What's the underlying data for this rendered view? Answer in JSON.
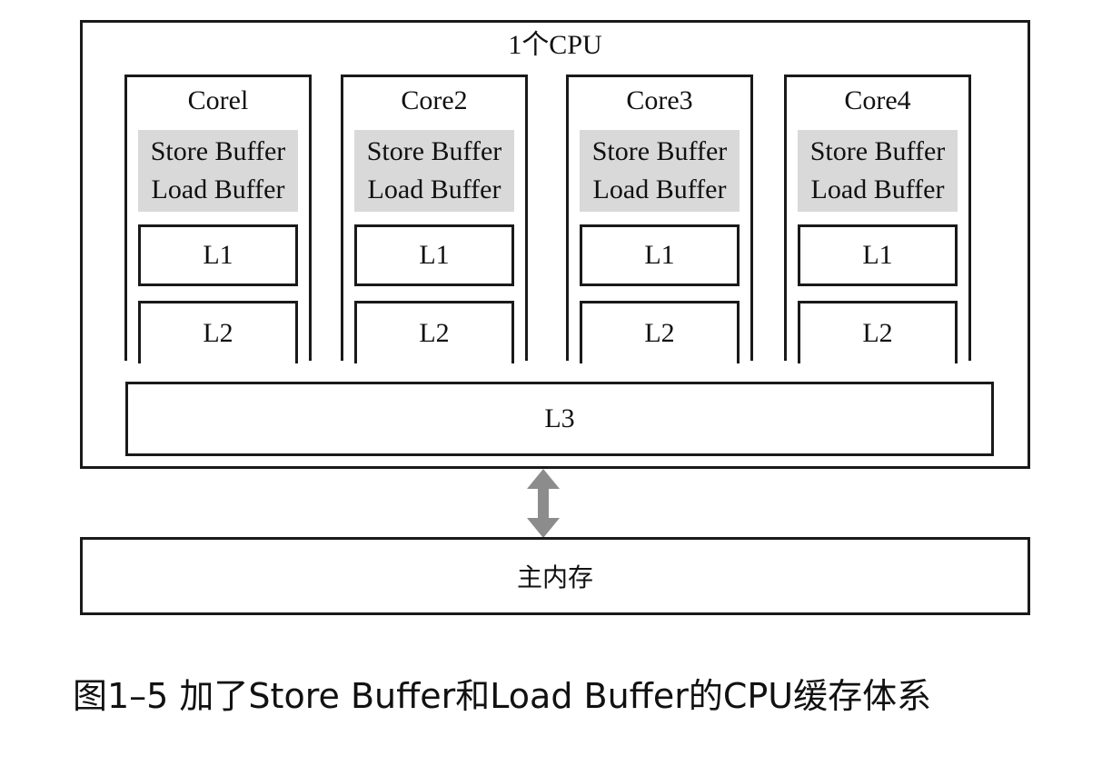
{
  "cpu": {
    "title": "1个CPU"
  },
  "cores": [
    {
      "name": "Corel",
      "store_buffer": "Store Buffer",
      "load_buffer": "Load Buffer",
      "l1": "L1",
      "l2": "L2"
    },
    {
      "name": "Core2",
      "store_buffer": "Store Buffer",
      "load_buffer": "Load Buffer",
      "l1": "L1",
      "l2": "L2"
    },
    {
      "name": "Core3",
      "store_buffer": "Store Buffer",
      "load_buffer": "Load Buffer",
      "l1": "L1",
      "l2": "L2"
    },
    {
      "name": "Core4",
      "store_buffer": "Store Buffer",
      "load_buffer": "Load Buffer",
      "l1": "L1",
      "l2": "L2"
    }
  ],
  "l3": {
    "label": "L3"
  },
  "memory": {
    "label": "主内存"
  },
  "caption": "图1–5 加了Store Buffer和Load Buffer的CPU缓存体系",
  "colors": {
    "border": "#1a1a1a",
    "buffer_fill": "#d9d9d9",
    "arrow": "#8c8c8c"
  }
}
